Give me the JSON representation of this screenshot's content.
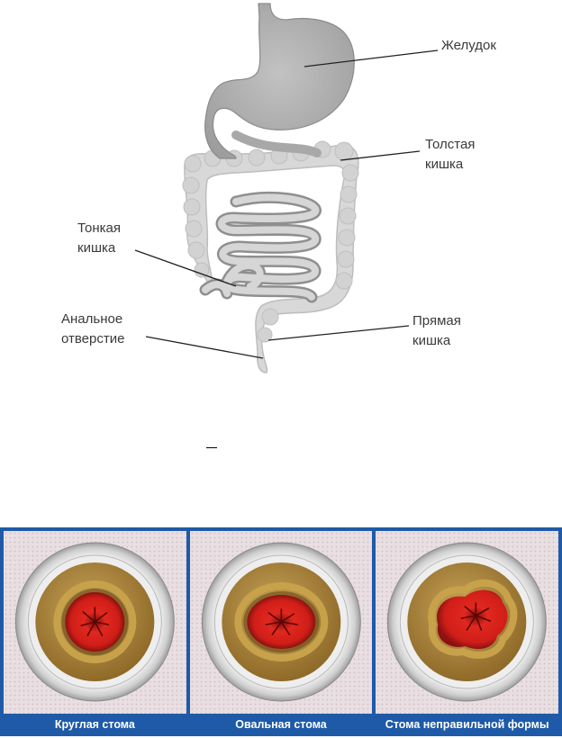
{
  "anatomy": {
    "labels": {
      "stomach": "Желудок",
      "colon": "Толстая\nкишка",
      "small_intestine": "Тонкая\nкишка",
      "anus": "Анальное\nотверстие",
      "rectum": "Прямая\nкишка"
    }
  },
  "stoma_types": [
    {
      "caption": "Круглая стома"
    },
    {
      "caption": "Овальная стома"
    },
    {
      "caption": "Стома неправильной формы"
    }
  ],
  "colors": {
    "organ_fill": "#b5b5b5",
    "colon_fill": "#d8d8d8",
    "leader_line": "#222222",
    "panel_border": "#1f5aa8",
    "stoma_red": "#d0201a",
    "skin_tan": "#a8843a"
  }
}
